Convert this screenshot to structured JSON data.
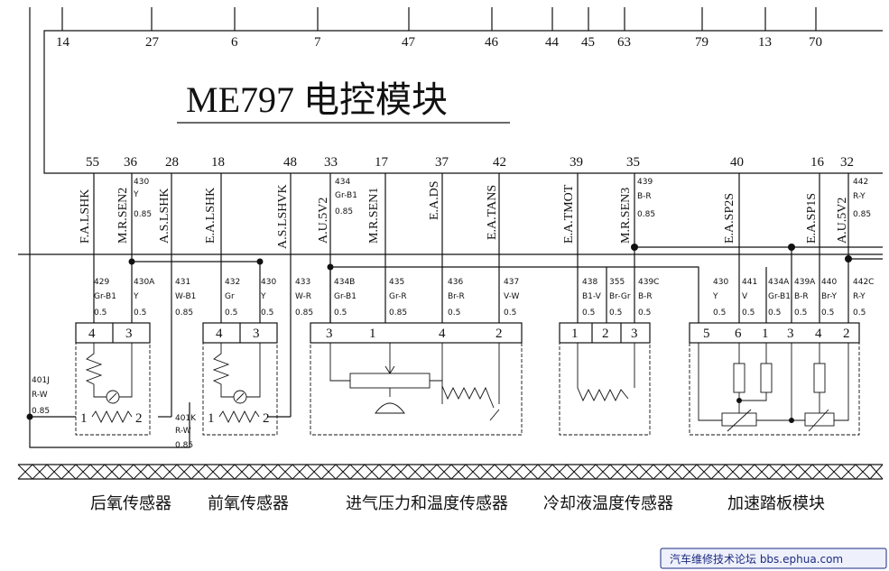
{
  "module": {
    "title": "ME797 电控模块"
  },
  "top_pins": [
    "14",
    "27",
    "6",
    "7",
    "47",
    "46",
    "44",
    "45",
    "63",
    "79",
    "13",
    "70"
  ],
  "bottom_pins": [
    {
      "pin": "55",
      "signal": "F.A.LSHK",
      "wire": [
        "429",
        "Gr-B1",
        "0.5"
      ]
    },
    {
      "pin": "36",
      "signal": "M.R.SEN2",
      "wire": [
        "430",
        "Y",
        "0.5"
      ],
      "code_top": [
        "430",
        "Y",
        "0.85"
      ]
    },
    {
      "pin": "28",
      "signal": "A.S.LSHK",
      "wire": [
        "430A",
        "Y",
        "0.5"
      ]
    },
    {
      "pin": "18",
      "signal": "E.A.LSHK",
      "wire": [
        "431",
        "W-B1",
        "0.85"
      ]
    },
    {
      "pin": "48",
      "signal": "A.S.LSHVK",
      "wire": [
        "432",
        "Gr",
        "0.5"
      ]
    },
    {
      "pin": "33",
      "signal": "A.U.5V2",
      "wire": [
        "433",
        "W-R",
        "0.85"
      ]
    },
    {
      "pin": "17",
      "signal": "M.R.SEN1",
      "wire": [
        "434B",
        "Gr-B1",
        "0.5"
      ],
      "code_top": [
        "434",
        "Gr-B1",
        "0.85"
      ]
    },
    {
      "pin": "37",
      "signal": "E.A.DS",
      "wire": [
        "435",
        "Gr-R",
        "0.85"
      ]
    },
    {
      "pin": "42",
      "signal": "E.A.TANS",
      "wire": [
        "436",
        "Br-R",
        "0.5"
      ]
    },
    {
      "pin": "39",
      "signal": "E.A.TMOT",
      "wire": [
        "437",
        "V-W",
        "0.5"
      ]
    },
    {
      "pin": "35",
      "signal": "M.R.SEN3",
      "wire": [
        "438",
        "B1-V",
        "0.5"
      ],
      "code_top": [
        "439",
        "B-R",
        "0.85"
      ]
    },
    {
      "pin": "40",
      "signal": "E.A.SP2S",
      "wire": [
        "355",
        "Br-Gr",
        "0.5"
      ]
    },
    {
      "pin": "16",
      "signal": "E.A.SP1S",
      "wire": [
        "439C",
        "B-R",
        "0.5"
      ]
    },
    {
      "pin": "32",
      "signal": "A.U.5V2",
      "wire": [
        "442C",
        "R-Y",
        "0.5"
      ],
      "code_top": [
        "442",
        "R-Y",
        "0.85"
      ]
    }
  ],
  "extra_wires": [
    [
      "430",
      "Y",
      "0.5"
    ],
    [
      "441",
      "V",
      "0.5"
    ],
    [
      "434A",
      "Gr-B1",
      "0.5"
    ],
    [
      "439A",
      "B-R",
      "0.5"
    ],
    [
      "440",
      "Br-Y",
      "0.5"
    ]
  ],
  "side_wires": {
    "left": [
      "401J",
      "R-W",
      "0.85"
    ],
    "bottom": [
      "401K",
      "R-W",
      "0.85"
    ]
  },
  "connectors": {
    "rear_o2": [
      "4",
      "3",
      "1",
      "2"
    ],
    "front_o2": [
      "4",
      "3",
      "1",
      "2"
    ],
    "map": [
      "3",
      "1",
      "4",
      "2"
    ],
    "coolant": [
      "1",
      "2",
      "3"
    ],
    "pedal": [
      "5",
      "6",
      "1",
      "3",
      "4",
      "2"
    ]
  },
  "captions": [
    "后氧传感器",
    "前氧传感器",
    "进气压力和温度传感器",
    "冷却液温度传感器",
    "加速踏板模块"
  ],
  "watermark": "汽车维修技术论坛 bbs.ephua.com"
}
